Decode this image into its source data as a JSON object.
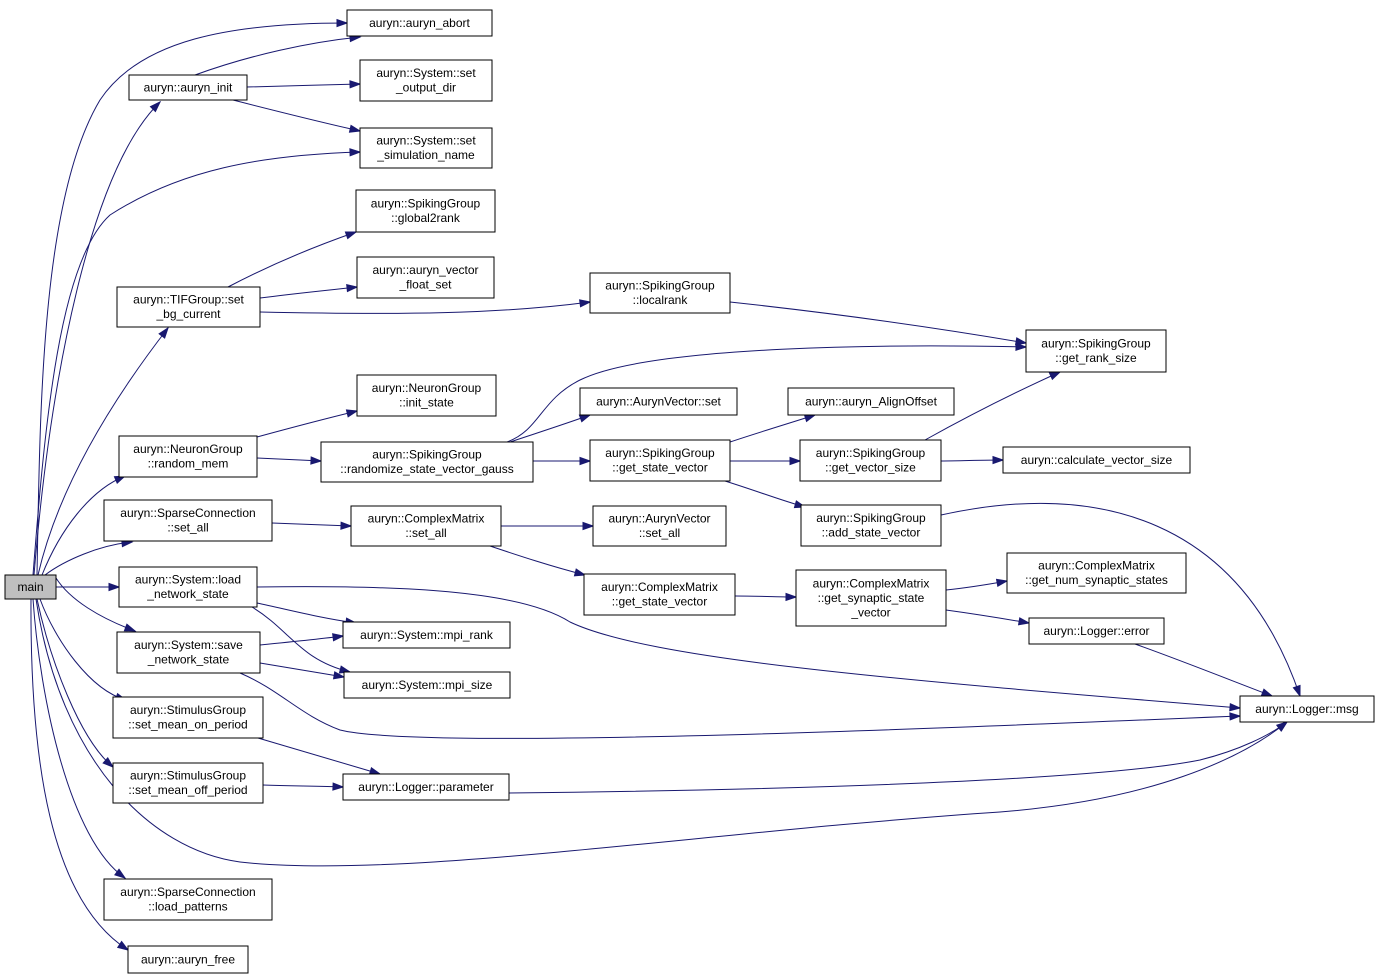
{
  "colors": {
    "edge": "#191970",
    "node_border": "#000000",
    "root_fill": "#bfbfbf",
    "node_fill": "#ffffff"
  },
  "nodes": [
    {
      "id": "main",
      "lines": [
        "main"
      ],
      "root": true
    },
    {
      "id": "auryn_abort",
      "lines": [
        "auryn::auryn_abort"
      ]
    },
    {
      "id": "auryn_init",
      "lines": [
        "auryn::auryn_init"
      ]
    },
    {
      "id": "set_output_dir",
      "lines": [
        "auryn::System::set",
        "_output_dir"
      ]
    },
    {
      "id": "set_simulation_name",
      "lines": [
        "auryn::System::set",
        "_simulation_name"
      ]
    },
    {
      "id": "global2rank",
      "lines": [
        "auryn::SpikingGroup",
        "::global2rank"
      ]
    },
    {
      "id": "auryn_vector_float_set",
      "lines": [
        "auryn::auryn_vector",
        "_float_set"
      ]
    },
    {
      "id": "tif_set_bg_current",
      "lines": [
        "auryn::TIFGroup::set",
        "_bg_current"
      ]
    },
    {
      "id": "localrank",
      "lines": [
        "auryn::SpikingGroup",
        "::localrank"
      ]
    },
    {
      "id": "get_rank_size",
      "lines": [
        "auryn::SpikingGroup",
        "::get_rank_size"
      ]
    },
    {
      "id": "init_state",
      "lines": [
        "auryn::NeuronGroup",
        "::init_state"
      ]
    },
    {
      "id": "random_mem",
      "lines": [
        "auryn::NeuronGroup",
        "::random_mem"
      ]
    },
    {
      "id": "randomize_gauss",
      "lines": [
        "auryn::SpikingGroup",
        "::randomize_state_vector_gauss"
      ]
    },
    {
      "id": "aurynvector_set",
      "lines": [
        "auryn::AurynVector::set"
      ]
    },
    {
      "id": "sg_get_state_vector",
      "lines": [
        "auryn::SpikingGroup",
        "::get_state_vector"
      ]
    },
    {
      "id": "align_offset",
      "lines": [
        "auryn::auryn_AlignOffset"
      ]
    },
    {
      "id": "get_vector_size",
      "lines": [
        "auryn::SpikingGroup",
        "::get_vector_size"
      ]
    },
    {
      "id": "calculate_vector_size",
      "lines": [
        "auryn::calculate_vector_size"
      ]
    },
    {
      "id": "add_state_vector",
      "lines": [
        "auryn::SpikingGroup",
        "::add_state_vector"
      ]
    },
    {
      "id": "sparse_set_all",
      "lines": [
        "auryn::SparseConnection",
        "::set_all"
      ]
    },
    {
      "id": "cm_set_all",
      "lines": [
        "auryn::ComplexMatrix",
        "::set_all"
      ]
    },
    {
      "id": "av_set_all",
      "lines": [
        "auryn::AurynVector",
        "::set_all"
      ]
    },
    {
      "id": "cm_get_state_vector",
      "lines": [
        "auryn::ComplexMatrix",
        "::get_state_vector"
      ]
    },
    {
      "id": "cm_get_synaptic_state_vector",
      "lines": [
        "auryn::ComplexMatrix",
        "::get_synaptic_state",
        "_vector"
      ]
    },
    {
      "id": "get_num_synaptic_states",
      "lines": [
        "auryn::ComplexMatrix",
        "::get_num_synaptic_states"
      ]
    },
    {
      "id": "load_network_state",
      "lines": [
        "auryn::System::load",
        "_network_state"
      ]
    },
    {
      "id": "save_network_state",
      "lines": [
        "auryn::System::save",
        "_network_state"
      ]
    },
    {
      "id": "mpi_rank",
      "lines": [
        "auryn::System::mpi_rank"
      ]
    },
    {
      "id": "mpi_size",
      "lines": [
        "auryn::System::mpi_size"
      ]
    },
    {
      "id": "logger_error",
      "lines": [
        "auryn::Logger::error"
      ]
    },
    {
      "id": "logger_msg",
      "lines": [
        "auryn::Logger::msg"
      ]
    },
    {
      "id": "set_mean_on_period",
      "lines": [
        "auryn::StimulusGroup",
        "::set_mean_on_period"
      ]
    },
    {
      "id": "set_mean_off_period",
      "lines": [
        "auryn::StimulusGroup",
        "::set_mean_off_period"
      ]
    },
    {
      "id": "logger_parameter",
      "lines": [
        "auryn::Logger::parameter"
      ]
    },
    {
      "id": "load_patterns",
      "lines": [
        "auryn::SparseConnection",
        "::load_patterns"
      ]
    },
    {
      "id": "auryn_free",
      "lines": [
        "auryn::auryn_free"
      ]
    }
  ],
  "edges": [
    [
      "main",
      "auryn_abort"
    ],
    [
      "main",
      "auryn_init"
    ],
    [
      "main",
      "set_simulation_name"
    ],
    [
      "main",
      "tif_set_bg_current"
    ],
    [
      "main",
      "random_mem"
    ],
    [
      "main",
      "sparse_set_all"
    ],
    [
      "main",
      "load_network_state"
    ],
    [
      "main",
      "save_network_state"
    ],
    [
      "main",
      "set_mean_on_period"
    ],
    [
      "main",
      "set_mean_off_period"
    ],
    [
      "main",
      "logger_msg"
    ],
    [
      "main",
      "load_patterns"
    ],
    [
      "main",
      "auryn_free"
    ],
    [
      "auryn_init",
      "auryn_abort"
    ],
    [
      "auryn_init",
      "set_output_dir"
    ],
    [
      "auryn_init",
      "set_simulation_name"
    ],
    [
      "tif_set_bg_current",
      "global2rank"
    ],
    [
      "tif_set_bg_current",
      "auryn_vector_float_set"
    ],
    [
      "tif_set_bg_current",
      "localrank"
    ],
    [
      "localrank",
      "get_rank_size"
    ],
    [
      "random_mem",
      "init_state"
    ],
    [
      "random_mem",
      "randomize_gauss"
    ],
    [
      "randomize_gauss",
      "get_rank_size"
    ],
    [
      "randomize_gauss",
      "aurynvector_set"
    ],
    [
      "randomize_gauss",
      "sg_get_state_vector"
    ],
    [
      "sg_get_state_vector",
      "align_offset"
    ],
    [
      "sg_get_state_vector",
      "get_vector_size"
    ],
    [
      "sg_get_state_vector",
      "add_state_vector"
    ],
    [
      "get_vector_size",
      "get_rank_size"
    ],
    [
      "get_vector_size",
      "calculate_vector_size"
    ],
    [
      "add_state_vector",
      "logger_msg"
    ],
    [
      "sparse_set_all",
      "cm_set_all"
    ],
    [
      "cm_set_all",
      "av_set_all"
    ],
    [
      "cm_set_all",
      "cm_get_state_vector"
    ],
    [
      "cm_get_state_vector",
      "cm_get_synaptic_state_vector"
    ],
    [
      "cm_get_synaptic_state_vector",
      "get_num_synaptic_states"
    ],
    [
      "cm_get_synaptic_state_vector",
      "logger_error"
    ],
    [
      "logger_error",
      "logger_msg"
    ],
    [
      "load_network_state",
      "mpi_rank"
    ],
    [
      "load_network_state",
      "mpi_size"
    ],
    [
      "load_network_state",
      "logger_msg"
    ],
    [
      "save_network_state",
      "mpi_rank"
    ],
    [
      "save_network_state",
      "mpi_size"
    ],
    [
      "save_network_state",
      "logger_msg"
    ],
    [
      "set_mean_on_period",
      "logger_parameter"
    ],
    [
      "set_mean_off_period",
      "logger_parameter"
    ],
    [
      "logger_parameter",
      "logger_msg"
    ]
  ]
}
